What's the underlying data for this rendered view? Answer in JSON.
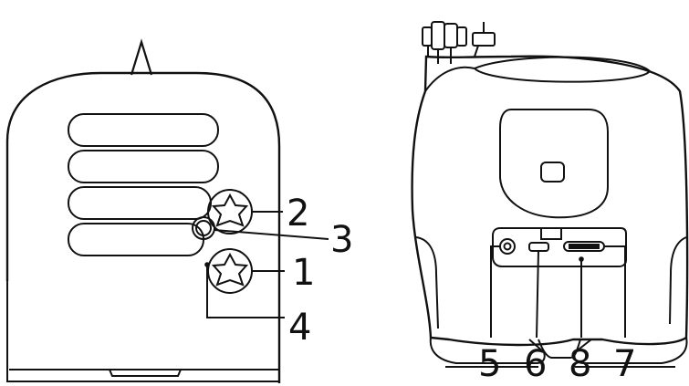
{
  "callouts": {
    "c1": "1",
    "c2": "2",
    "c3": "3",
    "c4": "4",
    "c5": "5",
    "c6": "6",
    "c7": "7",
    "c8": "8"
  },
  "colors": {
    "stroke": "#111111",
    "background": "#ffffff"
  }
}
